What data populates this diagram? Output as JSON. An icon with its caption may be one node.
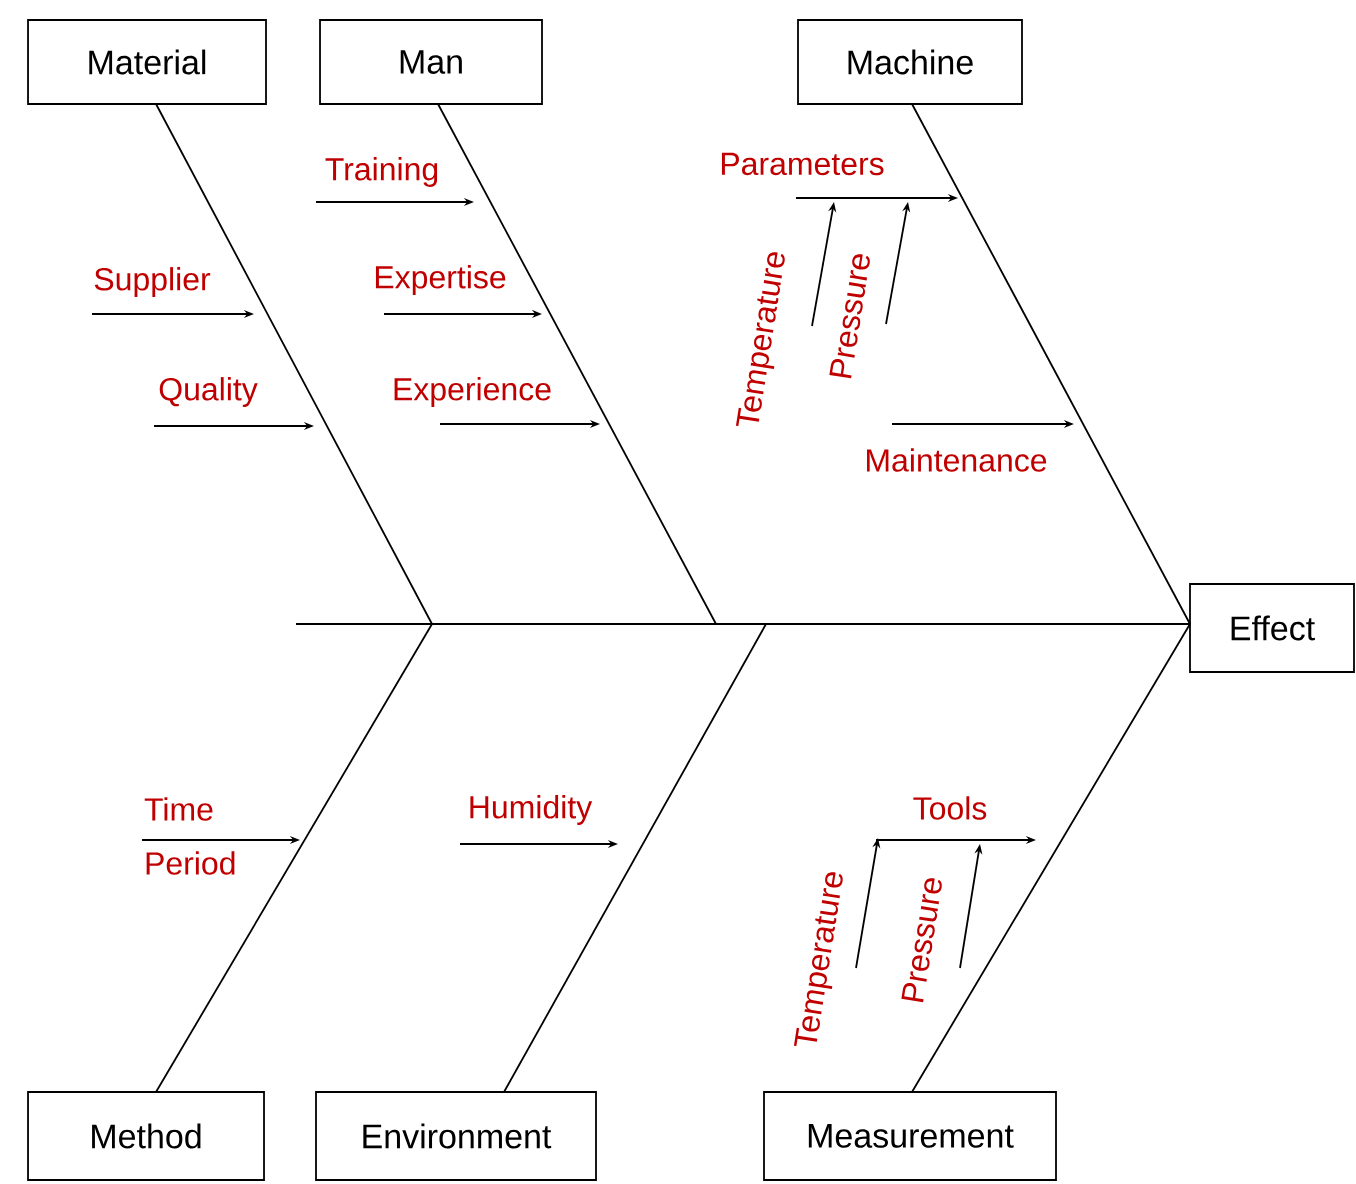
{
  "diagram": {
    "nodes": [
      {
        "text": [
          "Material"
        ]
      },
      {
        "text": [
          "Man"
        ]
      },
      {
        "text": [
          "Machine"
        ]
      },
      {
        "text": [
          "Training"
        ]
      },
      {
        "text": [
          "Parameters"
        ]
      },
      {
        "text": [
          "Supplier"
        ]
      },
      {
        "text": [
          "Expertise"
        ]
      },
      {
        "text": [
          "Temperature"
        ]
      },
      {
        "text": [
          "Pressure"
        ]
      },
      {
        "text": [
          "Quality"
        ]
      },
      {
        "text": [
          "Experience"
        ]
      },
      {
        "text": [
          "Maintenance"
        ]
      },
      {
        "text": [
          "Effect"
        ]
      },
      {
        "text": [
          "Time Period"
        ]
      },
      {
        "text": [
          "Humidity"
        ]
      },
      {
        "text": [
          "Tools"
        ]
      },
      {
        "text": [
          "Temperature"
        ]
      },
      {
        "text": [
          "Pressure"
        ]
      },
      {
        "text": [
          "Method"
        ]
      },
      {
        "text": [
          "Environment"
        ]
      },
      {
        "text": [
          "Measurement"
        ]
      }
    ],
    "edges": [
      {
        "from": 0,
        "to": null,
        "arrow": "none"
      },
      {
        "from": 1,
        "to": null,
        "arrow": "none"
      },
      {
        "from": 2,
        "to": 12,
        "arrow": "none"
      },
      {
        "from": null,
        "to": 12,
        "arrow": "none"
      },
      {
        "from": 18,
        "to": null,
        "arrow": "none"
      },
      {
        "from": 19,
        "to": null,
        "arrow": "none"
      },
      {
        "from": 20,
        "to": 12,
        "arrow": "none"
      },
      {
        "from": 5,
        "to": null,
        "arrow": "to"
      },
      {
        "from": 9,
        "to": null,
        "arrow": "to"
      },
      {
        "from": 3,
        "to": null,
        "arrow": "to"
      },
      {
        "from": 6,
        "to": null,
        "arrow": "to"
      },
      {
        "from": 10,
        "to": null,
        "arrow": "to"
      },
      {
        "from": 4,
        "to": null,
        "arrow": "to"
      },
      {
        "from": 7,
        "to": 4,
        "arrow": "to"
      },
      {
        "from": 8,
        "to": 4,
        "arrow": "to"
      },
      {
        "from": 11,
        "to": null,
        "arrow": "to"
      },
      {
        "from": 13,
        "to": null,
        "arrow": "to"
      },
      {
        "from": 14,
        "to": null,
        "arrow": "to"
      },
      {
        "from": 15,
        "to": null,
        "arrow": "to"
      },
      {
        "from": 16,
        "to": 15,
        "arrow": "to"
      },
      {
        "from": 17,
        "to": 15,
        "arrow": "to"
      }
    ]
  }
}
